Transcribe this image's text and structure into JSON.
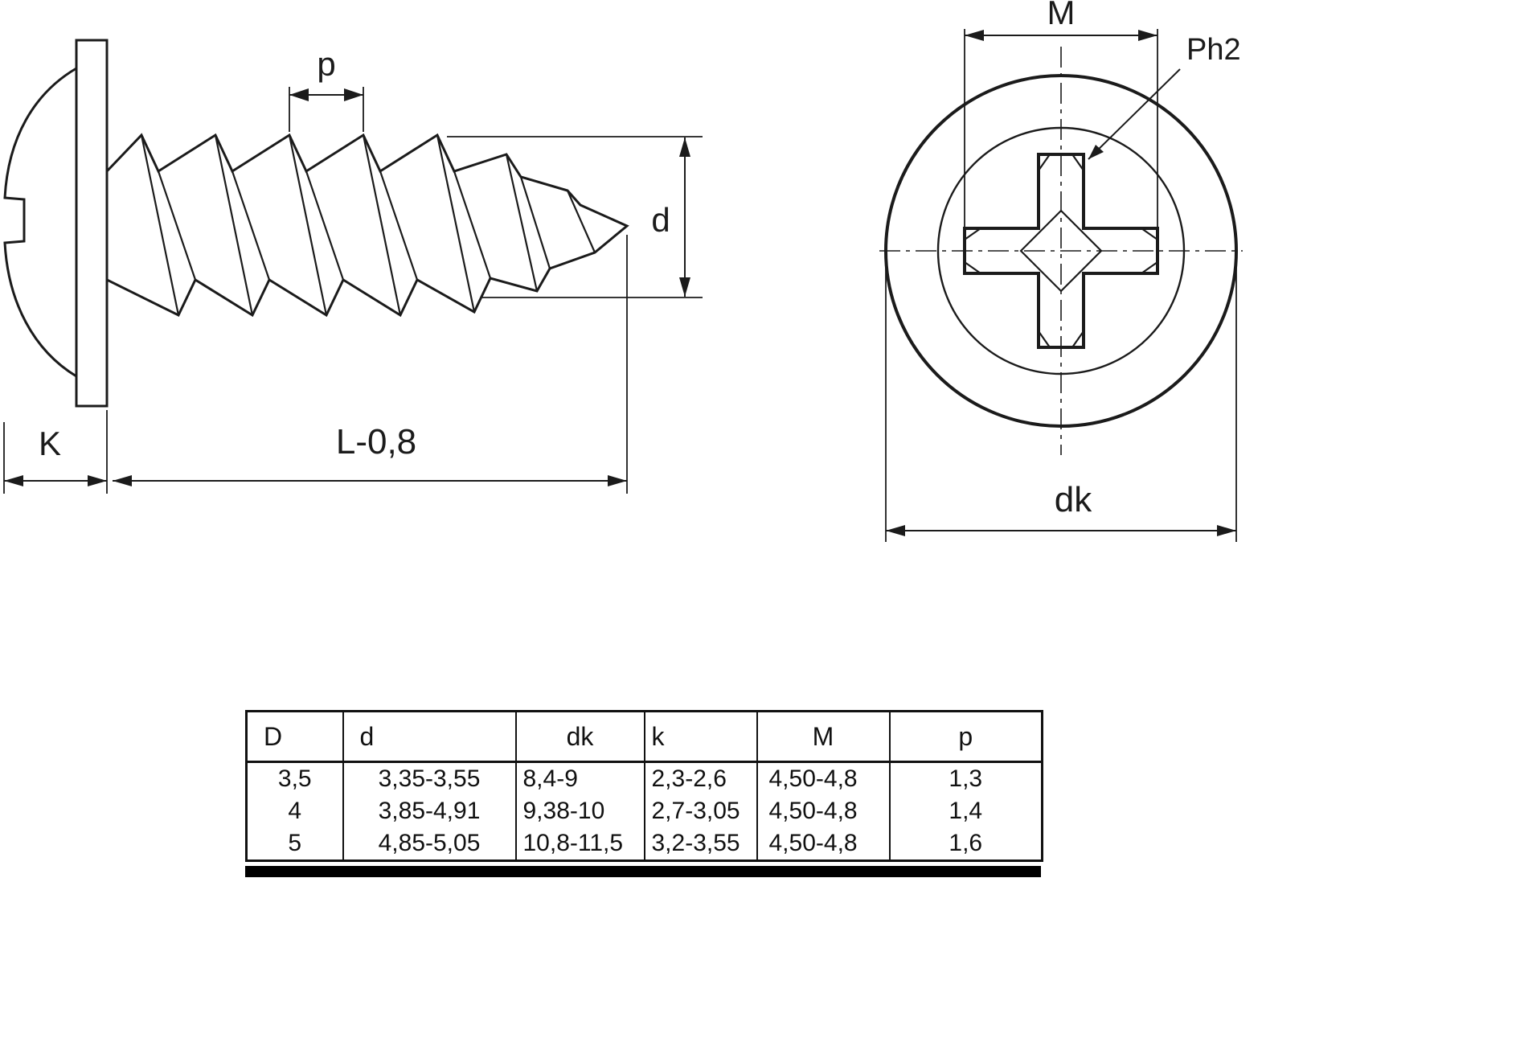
{
  "side_view": {
    "pitch_label": "p",
    "diameter_label": "d",
    "head_height_label": "K",
    "length_label": "L-0,8"
  },
  "front_view": {
    "recess_width_label": "M",
    "drive_type_label": "Ph2",
    "head_diameter_label": "dk"
  },
  "table": {
    "headers": [
      "D",
      "d",
      "dk",
      "k",
      "M",
      "p"
    ],
    "rows": [
      [
        "3,5",
        "3,35-3,55",
        "8,4-9",
        "2,3-2,6",
        "4,50-4,8",
        "1,3"
      ],
      [
        "4",
        "3,85-4,91",
        "9,38-10",
        "2,7-3,05",
        "4,50-4,8",
        "1,4"
      ],
      [
        "5",
        "4,85-5,05",
        "10,8-11,5",
        "3,2-3,55",
        "4,50-4,8",
        "1,6"
      ]
    ]
  },
  "colors": {
    "line": "#1b1b1b",
    "background": "#ffffff"
  }
}
